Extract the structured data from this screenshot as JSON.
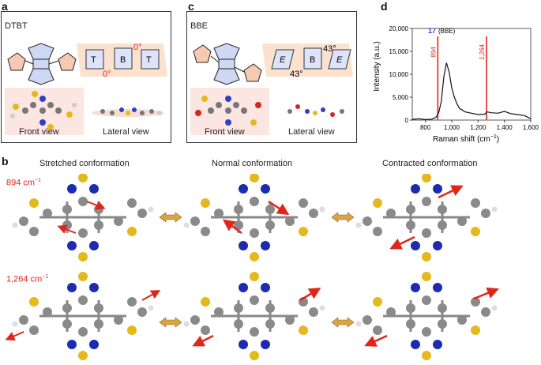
{
  "panels": {
    "a": {
      "letter": "a",
      "name": "DTBT",
      "front": "Front view",
      "lateral": "Lateral view",
      "schematic": [
        "T",
        "B",
        "T"
      ],
      "angle_top": "0°",
      "angle_bottom": "0°"
    },
    "c": {
      "letter": "c",
      "name": "BBE",
      "front": "Front view",
      "lateral": "Lateral view",
      "schematic": [
        "E",
        "B",
        "E"
      ],
      "angle_top": "43°",
      "angle_bottom": "43°"
    },
    "b": {
      "letter": "b",
      "conformations": [
        "Stretched conformation",
        "Normal conformation",
        "Contracted conformation"
      ],
      "mode1": "894 cm",
      "mode2": "1,264 cm",
      "sup": "−1"
    },
    "d": {
      "letter": "d"
    }
  },
  "chart_data": {
    "type": "line",
    "series": [
      {
        "name": "17 (BBE)",
        "x": [
          700,
          750,
          800,
          850,
          880,
          900,
          920,
          940,
          960,
          980,
          1000,
          1020,
          1040,
          1060,
          1080,
          1100,
          1150,
          1200,
          1250,
          1270,
          1300,
          1350,
          1400,
          1450,
          1500,
          1550,
          1600
        ],
        "values": [
          150,
          300,
          100,
          200,
          600,
          1500,
          4000,
          9500,
          12500,
          10500,
          7000,
          5000,
          3500,
          2500,
          2200,
          1800,
          1500,
          1200,
          1300,
          1800,
          1600,
          1500,
          1900,
          1400,
          1200,
          1000,
          300
        ]
      }
    ],
    "xlabel": "Raman shift (cm",
    "xlabel_sup": "−1",
    "xlabel_end": ")",
    "ylabel": "Intensity (a.u.)",
    "xlim": [
      700,
      1600
    ],
    "ylim": [
      0,
      20000
    ],
    "xticks": [
      {
        "v": 800,
        "l": "800"
      },
      {
        "v": 1000,
        "l": "1,000"
      },
      {
        "v": 1200,
        "l": "1,200"
      },
      {
        "v": 1400,
        "l": "1,400"
      },
      {
        "v": 1600,
        "l": "1,600"
      }
    ],
    "yticks": [
      {
        "v": 0,
        "l": "0"
      },
      {
        "v": 5000,
        "l": "5,000"
      },
      {
        "v": 10000,
        "l": "10,000"
      },
      {
        "v": 15000,
        "l": "15,000"
      },
      {
        "v": 20000,
        "l": "20,000"
      }
    ],
    "markers": [
      {
        "x": 894,
        "label": "894"
      },
      {
        "x": 1264,
        "label": "1,264"
      }
    ],
    "legend_num": "17",
    "legend_text": "(BBE)",
    "colors": {
      "line": "#111111",
      "marker": "#e0261b",
      "legend": "#3a3ac8"
    }
  }
}
